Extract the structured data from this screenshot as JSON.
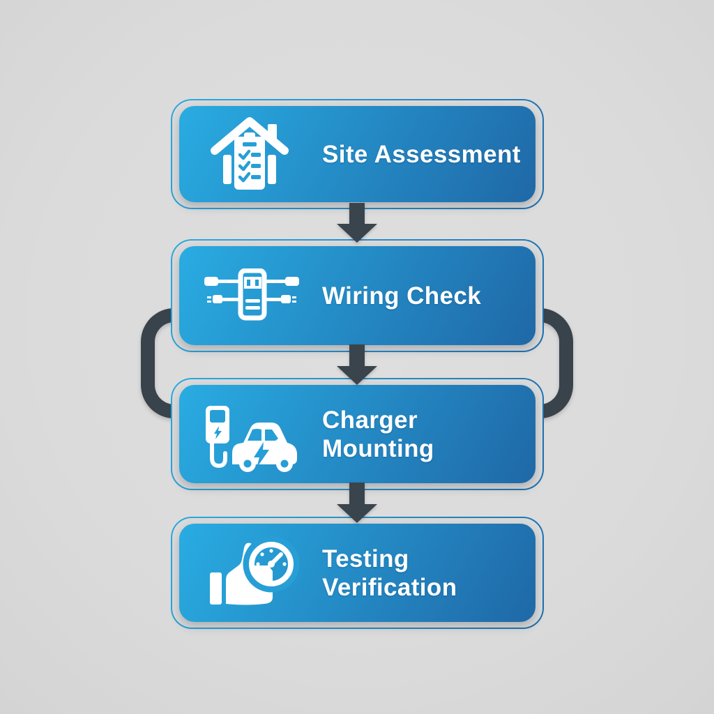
{
  "colors": {
    "background": "#DBDBDB",
    "box_gradient_start": "#29ACE2",
    "box_gradient_end": "#1F68A7",
    "outline_gradient_start": "#2BAADF",
    "outline_gradient_end": "#1E6FAE",
    "arrow": "#3A444D",
    "connector": "#39434C",
    "text": "#FFFFFF",
    "icon_cutout": "#279FD6"
  },
  "flow": {
    "steps": [
      {
        "id": "site-assessment",
        "lines": [
          "Site Assessment"
        ],
        "icon": "house-checklist-icon"
      },
      {
        "id": "wiring-check",
        "lines": [
          "Wiring Check"
        ],
        "icon": "electrical-panel-wiring-icon"
      },
      {
        "id": "charger-mounting",
        "lines": [
          "Charger",
          "Mounting"
        ],
        "icon": "ev-car-charging-icon"
      },
      {
        "id": "testing-verification",
        "lines": [
          "Testing",
          "Verification"
        ],
        "icon": "thumbs-up-gauge-icon"
      }
    ],
    "connections": [
      {
        "from": "site-assessment",
        "to": "wiring-check",
        "type": "arrow-down"
      },
      {
        "from": "wiring-check",
        "to": "charger-mounting",
        "type": "arrow-down"
      },
      {
        "from": "charger-mounting",
        "to": "testing-verification",
        "type": "arrow-down"
      },
      {
        "from": "wiring-check",
        "to": "charger-mounting",
        "type": "side-loop-left"
      },
      {
        "from": "wiring-check",
        "to": "charger-mounting",
        "type": "side-loop-right"
      }
    ]
  }
}
